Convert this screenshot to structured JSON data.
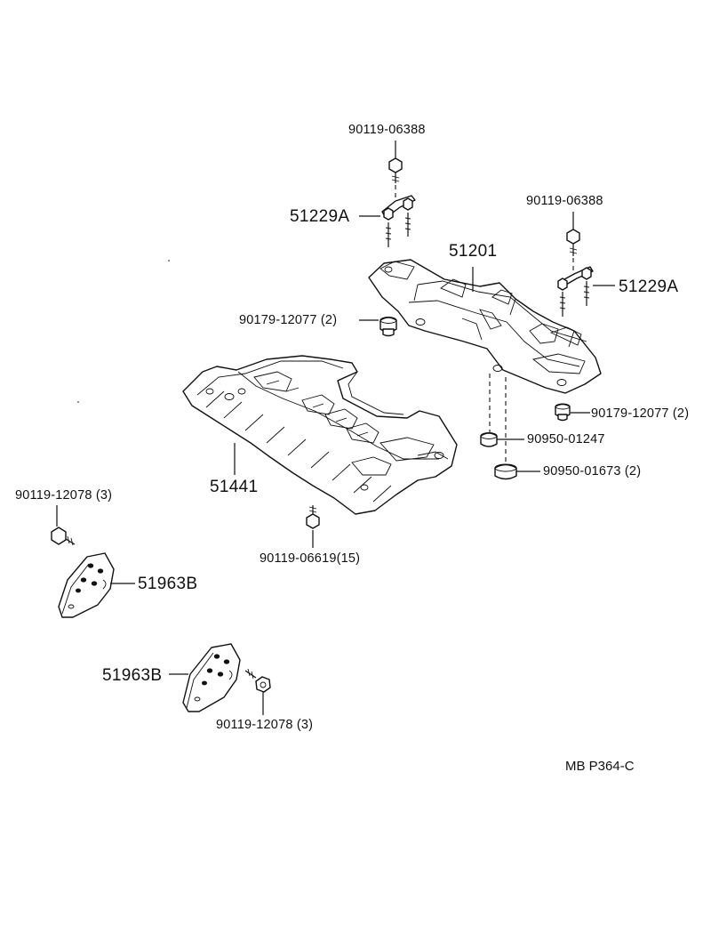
{
  "diagram": {
    "callouts": {
      "bolt_top_center": "90119-06388",
      "stud_left": "51229A",
      "bolt_top_right": "90119-06388",
      "crossmember": "51201",
      "stud_right": "51229A",
      "plug_left": "90179-12077 (2)",
      "plug_right": "90179-12077 (2)",
      "nut_small": "90950-01247",
      "nut_large": "90950-01673 (2)",
      "cover": "51441",
      "cover_bolts": "90119-06619(15)",
      "bolt_bracket_upper": "90119-12078 (3)",
      "bracket_upper": "51963B",
      "bracket_lower": "51963B",
      "bolt_bracket_lower": "90119-12078 (3)"
    },
    "page_code": "MB P364-C"
  }
}
